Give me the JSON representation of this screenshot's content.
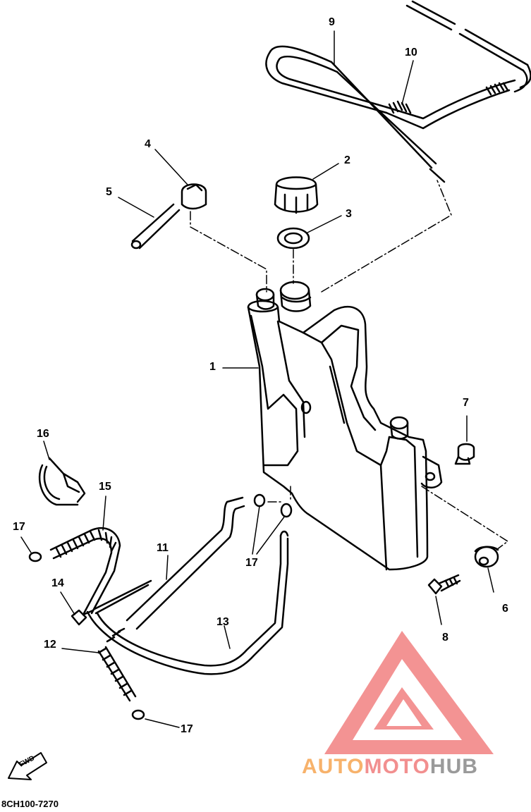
{
  "callouts": [
    {
      "id": "1",
      "text": "1"
    },
    {
      "id": "2",
      "text": "2"
    },
    {
      "id": "3",
      "text": "3"
    },
    {
      "id": "4",
      "text": "4"
    },
    {
      "id": "5",
      "text": "5"
    },
    {
      "id": "6",
      "text": "6"
    },
    {
      "id": "7",
      "text": "7"
    },
    {
      "id": "8",
      "text": "8"
    },
    {
      "id": "9",
      "text": "9"
    },
    {
      "id": "10",
      "text": "10"
    },
    {
      "id": "11",
      "text": "11"
    },
    {
      "id": "12",
      "text": "12"
    },
    {
      "id": "13",
      "text": "13"
    },
    {
      "id": "14",
      "text": "14"
    },
    {
      "id": "15",
      "text": "15"
    },
    {
      "id": "16",
      "text": "16"
    },
    {
      "id": "17a",
      "text": "17"
    },
    {
      "id": "17b",
      "text": "17"
    },
    {
      "id": "17c",
      "text": "17"
    }
  ],
  "fwd_label": "FWD",
  "diagram_code": "8CH100-7270",
  "watermark": {
    "part1": "AUTO",
    "part2": "MOTO",
    "part3": "HUB",
    "color1": "#f7b26b",
    "color2": "#f28f8f",
    "color3": "#9a9a9a",
    "logo_color": "#f07070"
  }
}
